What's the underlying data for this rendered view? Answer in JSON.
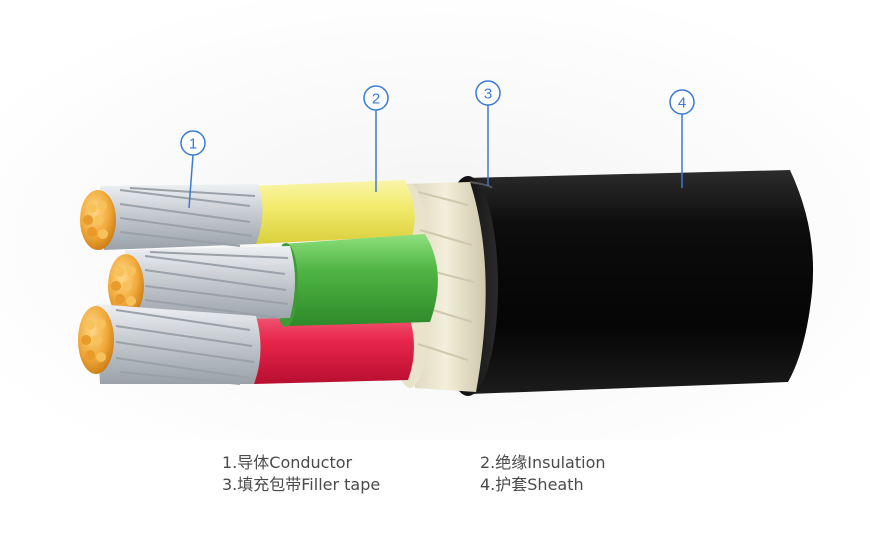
{
  "callouts": [
    {
      "number": "1",
      "part": "Conductor"
    },
    {
      "number": "2",
      "part": "Insulation"
    },
    {
      "number": "3",
      "part": "Filler tape"
    },
    {
      "number": "4",
      "part": "Sheath"
    }
  ],
  "legend": {
    "item1": "1.导体Conductor",
    "item2": "2.绝缘Insulation",
    "item3": "3.填充包带Filler tape",
    "item4": "4.护套Sheath"
  },
  "colors": {
    "callout": "#3a7bd5",
    "sheath": "#111111",
    "filler_tape": "#ece6d2",
    "insulation_yellow": "#f1ea6a",
    "insulation_green": "#5cbf4e",
    "insulation_red": "#e8254a",
    "conductor_strand": "#c9cdd2",
    "conductor_core": "#f0a838",
    "background": "#f7f7f7"
  }
}
